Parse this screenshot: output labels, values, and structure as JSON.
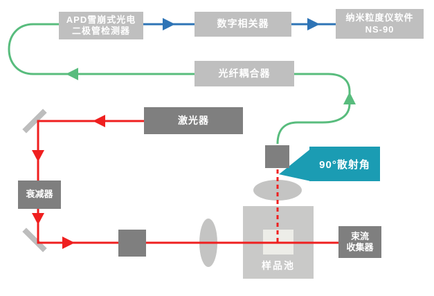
{
  "diagram": {
    "type": "optical-instrument-schematic",
    "nodes": {
      "apd": {
        "label_line1": "APD雪崩式光电",
        "label_line2": "二极管检测器"
      },
      "correlator": {
        "label": "数字相关器"
      },
      "software": {
        "label_line1": "纳米粒度仪软件",
        "label_line2": "NS-90"
      },
      "coupler": {
        "label": "光纤耦合器"
      },
      "laser": {
        "label": "激光器"
      },
      "attenuator": {
        "label": "衰减器"
      },
      "collector": {
        "label_line1": "束流",
        "label_line2": "收集器"
      },
      "sample_cell": {
        "label": "样品池"
      },
      "scattering_angle_callout": {
        "label": "90°散射角"
      }
    },
    "flows": [
      {
        "name": "signal",
        "path": [
          "apd",
          "correlator",
          "software"
        ],
        "color_key": "signal_blue"
      },
      {
        "name": "fiber",
        "path": [
          "detector-90deg",
          "coupler",
          "apd"
        ],
        "color_key": "fiber_green"
      },
      {
        "name": "beam",
        "path": [
          "laser",
          "mirror-1",
          "attenuator",
          "mirror-2",
          "beam-optic",
          "focus-lens",
          "sample_cell",
          "collector"
        ],
        "color_key": "beam_red"
      }
    ],
    "colors": {
      "signal_blue": "#2E74B6",
      "fiber_green": "#58BC7D",
      "beam_red": "#EF1F1F",
      "callout_teal": "#1B9CB3",
      "box_light_gray": "#BFBFBF",
      "box_dark_gray": "#7F7F7F",
      "optic_gray": "#C4C4C3",
      "cell_gray": "#C9C9C8",
      "cell_inner": "#EDEDE8"
    }
  }
}
